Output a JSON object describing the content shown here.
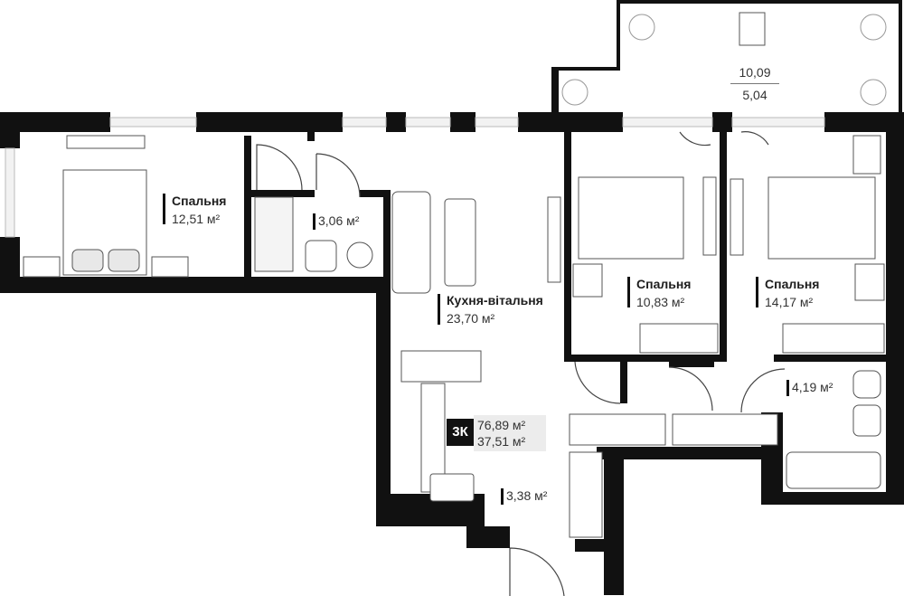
{
  "apartment": {
    "type_badge": "3К",
    "total_area": "76,89 м²",
    "living_area": "37,51 м²"
  },
  "rooms": {
    "bedroom_left": {
      "name": "Спальня",
      "area": "12,51 м²"
    },
    "bathroom_small": {
      "name": "",
      "area": "3,06 м²"
    },
    "kitchen_living": {
      "name": "Кухня-вітальня",
      "area": "23,70 м²"
    },
    "bedroom_middle": {
      "name": "Спальня",
      "area": "10,83 м²"
    },
    "bedroom_right": {
      "name": "Спальня",
      "area": "14,17 м²"
    },
    "bathroom_right": {
      "name": "",
      "area": "4,19 м²"
    },
    "hallway": {
      "name": "",
      "area": "3,38 м²"
    }
  },
  "terrace": {
    "area_total": "10,09",
    "area_reduced": "5,04"
  },
  "colors": {
    "wall": "#111111",
    "furniture_stroke": "#555555",
    "window": "#cfcfcf",
    "badge_bg": "#111111",
    "badge_text": "#ffffff"
  }
}
